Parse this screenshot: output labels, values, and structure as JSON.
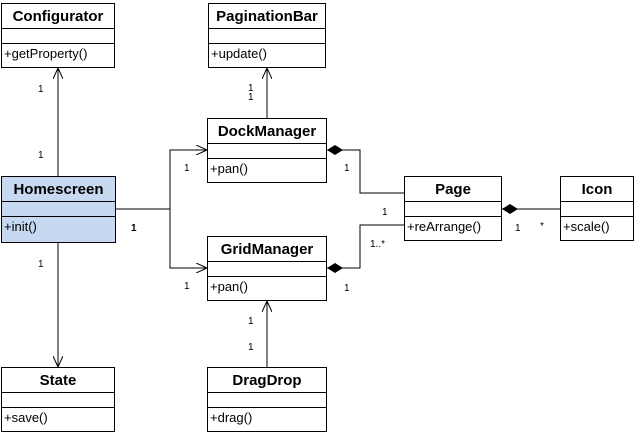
{
  "classes": {
    "configurator": {
      "name": "Configurator",
      "op": "+getProperty()"
    },
    "pagination_bar": {
      "name": "PaginationBar",
      "op": "+update()"
    },
    "dock_manager": {
      "name": "DockManager",
      "op": "+pan()"
    },
    "homescreen": {
      "name": "Homescreen",
      "op": "+init()"
    },
    "grid_manager": {
      "name": "GridManager",
      "op": "+pan()"
    },
    "page": {
      "name": "Page",
      "op": "+reArrange()"
    },
    "icon": {
      "name": "Icon",
      "op": "+scale()"
    },
    "state": {
      "name": "State",
      "op": "+save()"
    },
    "drag_drop": {
      "name": "DragDrop",
      "op": "+drag()"
    }
  },
  "multiplicities": {
    "configurator_end": "1",
    "homescreen_config_end": "1",
    "pagination_end_top": "1",
    "pagination_end_bottom": "1",
    "dock_from_home": "1",
    "grid_from_home": "1",
    "homescreen_side": "1",
    "dock_page_end": "1",
    "page_dock_end": "1",
    "page_grid_end": "1..*",
    "grid_page_end": "1",
    "page_icon_end": "1",
    "icon_end": "*",
    "homescreen_state_end": "1",
    "grid_drag_end": "1",
    "drag_end": "1"
  },
  "colors": {
    "highlight": "#c6d9f1",
    "line": "#000000"
  }
}
